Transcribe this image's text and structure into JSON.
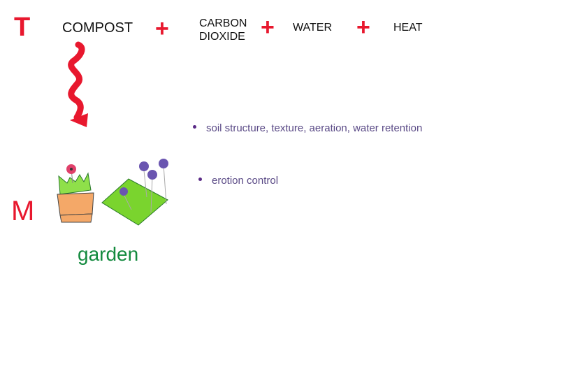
{
  "letters": {
    "t": "T",
    "m": "M"
  },
  "equation": {
    "terms": [
      "COMPOST",
      "CARBON DIOXIDE",
      "WATER",
      "HEAT"
    ],
    "carbon_line1": "CARBON",
    "carbon_line2": "DIOXIDE",
    "plus": "+"
  },
  "benefits": [
    "soil structure, texture, aeration, water retention",
    "erotion control"
  ],
  "use_label": "garden",
  "colors": {
    "accent": "#e8182e",
    "bullet_text": "#5a4a86",
    "garden": "#138a3e"
  }
}
